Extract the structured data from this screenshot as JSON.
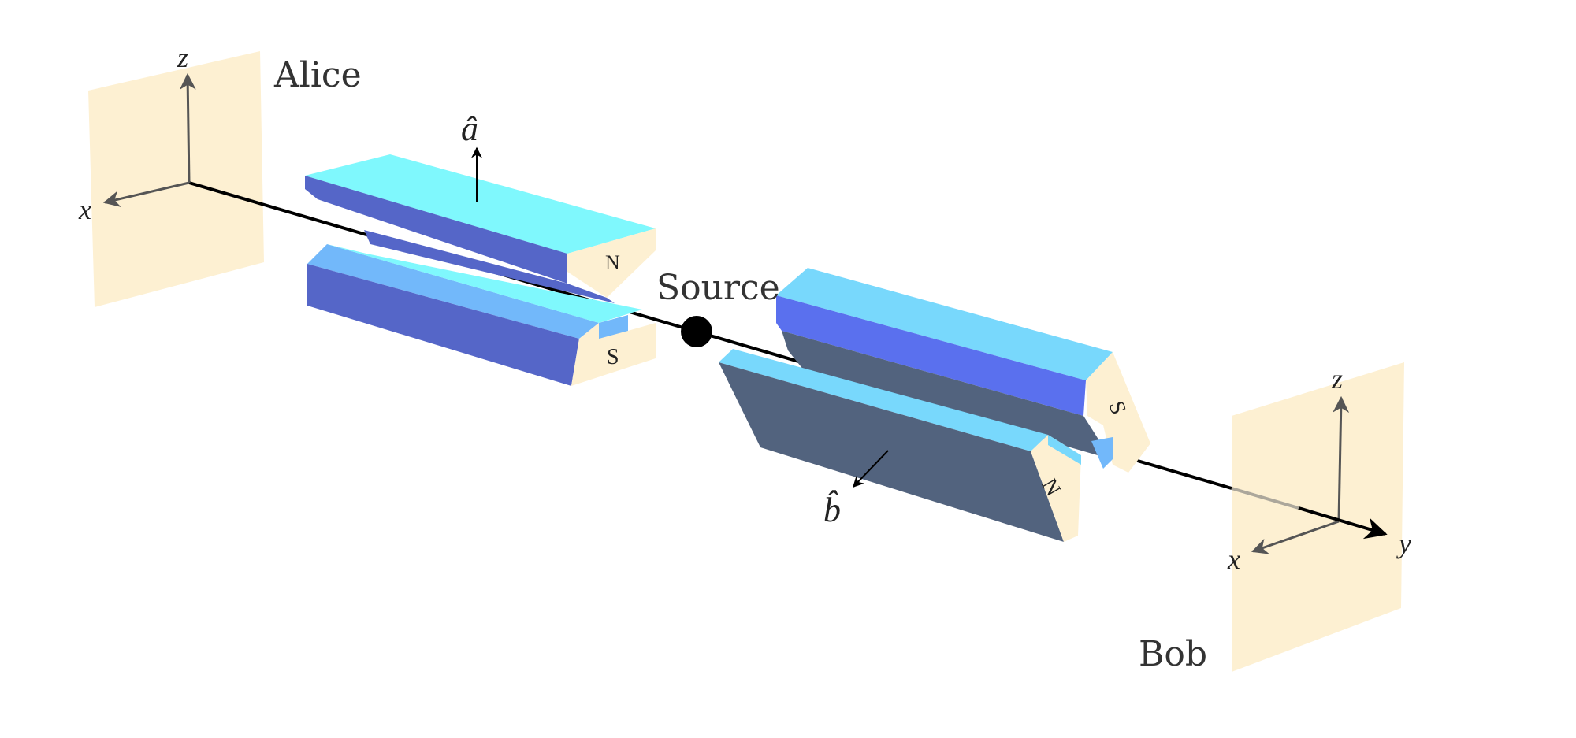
{
  "labels": {
    "alice": "Alice",
    "bob": "Bob",
    "source": "Source",
    "a_hat": "â",
    "b_hat": "b̂"
  },
  "axes": {
    "alice": {
      "z": "z",
      "x": "x"
    },
    "bob": {
      "z": "z",
      "x": "x",
      "y": "y"
    }
  },
  "magnet_a": {
    "north": "N",
    "south": "S"
  },
  "magnet_b": {
    "north": "N",
    "south": "S"
  },
  "colors": {
    "screen": "#fdf0d2",
    "magnet_light": "#7ff8fd",
    "magnet_mid": "#72b8fa",
    "magnet_blue": "#5566c8",
    "magnet_dark": "#52637e",
    "pole_face": "#fdf0d2",
    "axis": "#555555",
    "beam": "#000000"
  },
  "icons": {
    "source": "filled-circle",
    "arrows": "triangle-arrowhead"
  }
}
